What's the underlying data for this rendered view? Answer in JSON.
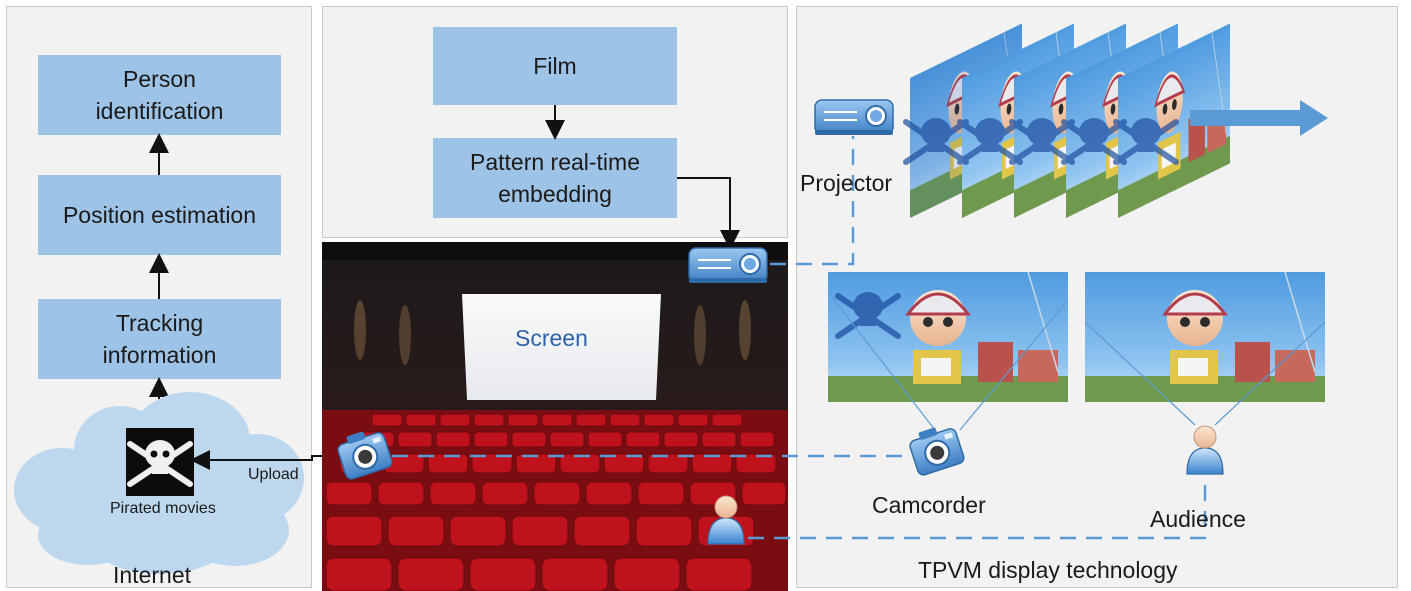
{
  "left_panel": {
    "steps": [
      "Person\nidentification",
      "Position estimation",
      "Tracking\ninformation"
    ],
    "cloud": {
      "pirated_label": "Pirated movies",
      "internet_label": "Internet"
    },
    "upload_label": "Upload"
  },
  "middle_panel": {
    "film_label": "Film",
    "embedding_label": "Pattern real-time\nembedding",
    "screen_label": "Screen"
  },
  "right_panel": {
    "projector_label": "Projector",
    "camcorder_label": "Camcorder",
    "audience_label": "Audience",
    "footer_label": "TPVM display technology"
  },
  "colors": {
    "box_fill": "#9dc3e6",
    "cloud_fill": "#bdd7ee",
    "dashed_line": "#5b9bd5",
    "panel_bg": "#f2f2f2",
    "seat_red": "#c0121c"
  },
  "icons": [
    "projector-icon",
    "camera-icon",
    "user-icon",
    "skull-crossbones-icon"
  ]
}
